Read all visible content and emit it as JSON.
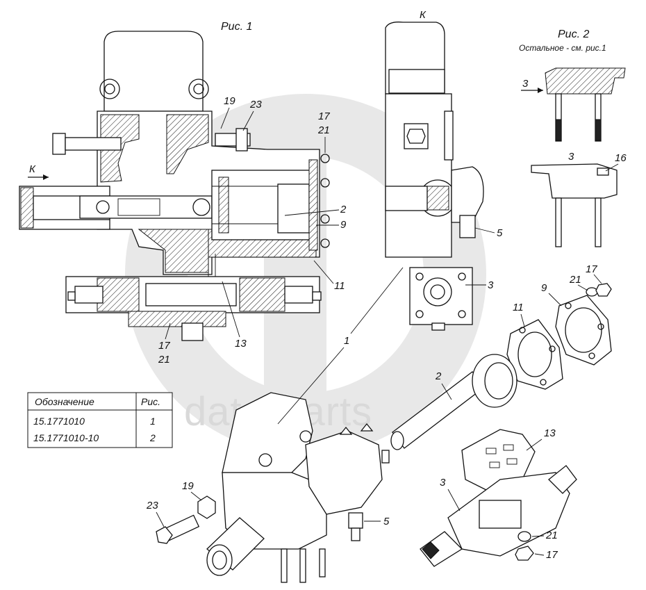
{
  "figures": {
    "fig1_title": "Рис. 1",
    "fig2_title": "Рис. 2",
    "fig2_subtitle": "Остальное - см. рис.1",
    "view_label_top": "К",
    "view_label_left": "К"
  },
  "watermark": {
    "text": "data-parts"
  },
  "callouts": {
    "c19_top": "19",
    "c23_top": "23",
    "c17_top": "17",
    "c21_top": "21",
    "c2_fig1": "2",
    "c9_fig1": "9",
    "c11_fig1": "11",
    "c13_fig1": "13",
    "c17_bottom": "17",
    "c21_bottom": "21",
    "c5_view": "5",
    "c3_view": "3",
    "c3_fig2_a": "3",
    "c3_fig2_b": "3",
    "c16_fig2": "16",
    "c21_exp": "21",
    "c17_exp": "17",
    "c9_exp": "9",
    "c11_exp": "11",
    "c1_exp": "1",
    "c2_exp": "2",
    "c13_exp": "13",
    "c19_exp": "19",
    "c23_exp": "23",
    "c5_exp": "5",
    "c3_exp": "3",
    "c21_exp2": "21",
    "c17_exp2": "17"
  },
  "table": {
    "headers": [
      "Обозначение",
      "Рис."
    ],
    "rows": [
      [
        "15.1771010",
        "1"
      ],
      [
        "15.1771010-10",
        "2"
      ]
    ]
  }
}
